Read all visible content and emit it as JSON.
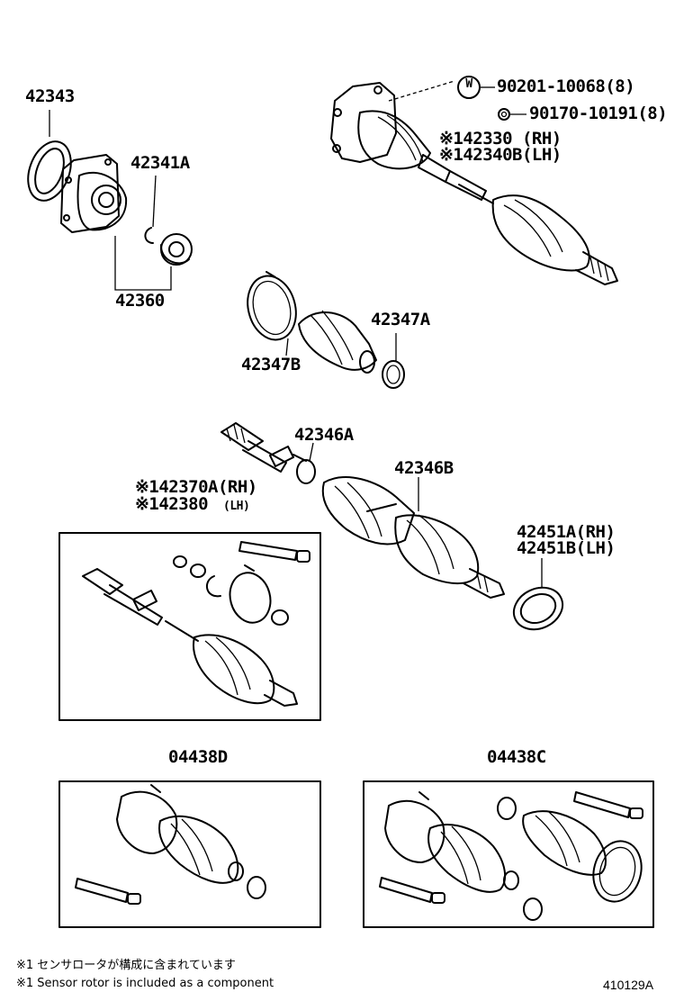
{
  "labels": {
    "p42343": "42343",
    "p42341A": "42341A",
    "p42360": "42360",
    "p90201": "90201-10068(8)",
    "p90170": "90170-10191(8)",
    "p42330": "※142330 (RH)",
    "p42340B": "※142340B(LH)",
    "p42347A": "42347A",
    "p42347B": "42347B",
    "p42346A": "42346A",
    "p42346B": "42346B",
    "p42370A": "※142370A(RH)",
    "p42380": "※142380",
    "p42380_lh": "(LH)",
    "p42451A": "42451A(RH)",
    "p42451B": "42451B(LH)",
    "p04438D": "04438D",
    "p04438C": "04438C",
    "w_mark": "W"
  },
  "notes": {
    "jp": "※1 センサロータが構成に含まれています",
    "en": "※1 Sensor rotor is included as a component"
  },
  "diagram_code": "410129A"
}
